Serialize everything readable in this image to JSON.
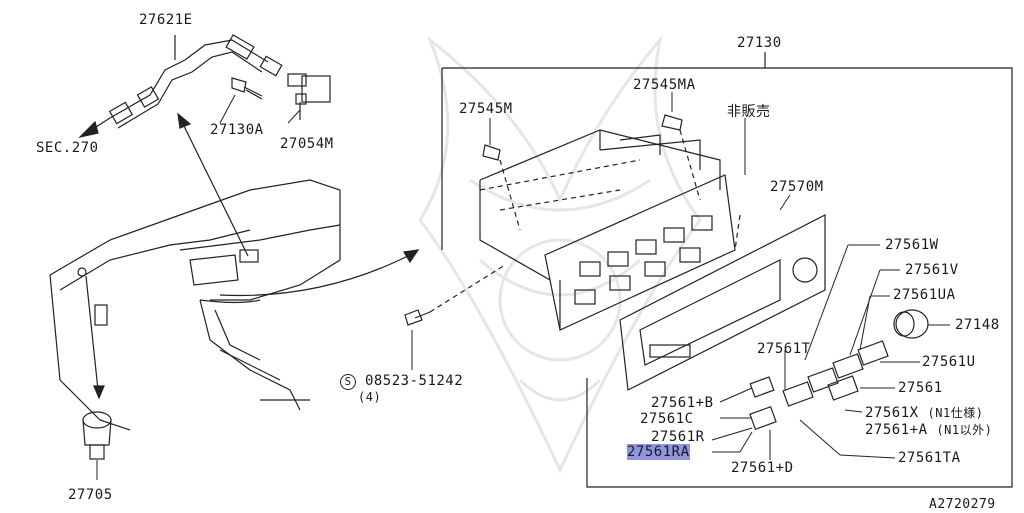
{
  "diagram": {
    "doc_code": "A2720279",
    "labels": {
      "p27621E": "27621E",
      "sec270": "SEC.270",
      "p27130A": "27130A",
      "p27054M": "27054M",
      "p27705": "27705",
      "p27130": "27130",
      "p27545M": "27545M",
      "p27545MA": "27545MA",
      "not_for_sale": "非販売",
      "p27570M": "27570M",
      "p27561W": "27561W",
      "p27561V": "27561V",
      "p27561UA": "27561UA",
      "p27148": "27148",
      "p27561U": "27561U",
      "p27561": "27561",
      "p27561T": "27561T",
      "p27561X": "27561X",
      "p27561X_note": "(N1仕様)",
      "p27561A": "27561+A",
      "p27561A_note": "(N1以外)",
      "p27561TA": "27561TA",
      "p27561B": "27561+B",
      "p27561C": "27561C",
      "p27561R": "27561R",
      "p27561RA": "27561RA",
      "p27561D": "27561+D",
      "screw_symbol": "S",
      "screw_part": "08523-51242",
      "screw_qty": "(4)"
    }
  }
}
